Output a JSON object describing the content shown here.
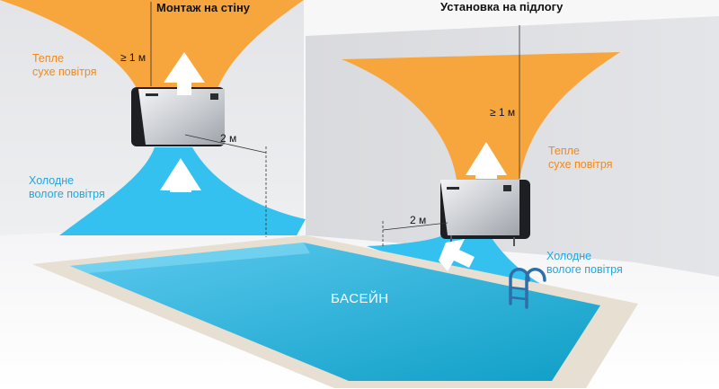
{
  "diagram": {
    "wall_mount_title": "Монтаж на стіну",
    "floor_mount_title": "Установка на підлогу",
    "warm_air_left": [
      "Тепле",
      "сухе повітря"
    ],
    "cold_air_left": [
      "Холодне",
      "вологе повітря"
    ],
    "warm_air_right": [
      "Тепле",
      "сухе повітря"
    ],
    "cold_air_right": [
      "Холодне",
      "вологе повітря"
    ],
    "clearance_top_left": "≥ 1 м",
    "clearance_top_right": "≥ 1 м",
    "distance_left": "2 м",
    "distance_right": "2 м",
    "pool_label": "БАСЕЙН"
  },
  "colors": {
    "warm_air": "#f7a63d",
    "cold_air": "#34c1ef",
    "pool_water": "#12a9d2",
    "pool_border": "#e6dfd2",
    "wall": "#eaebed",
    "floor": "#f1f1f3"
  }
}
